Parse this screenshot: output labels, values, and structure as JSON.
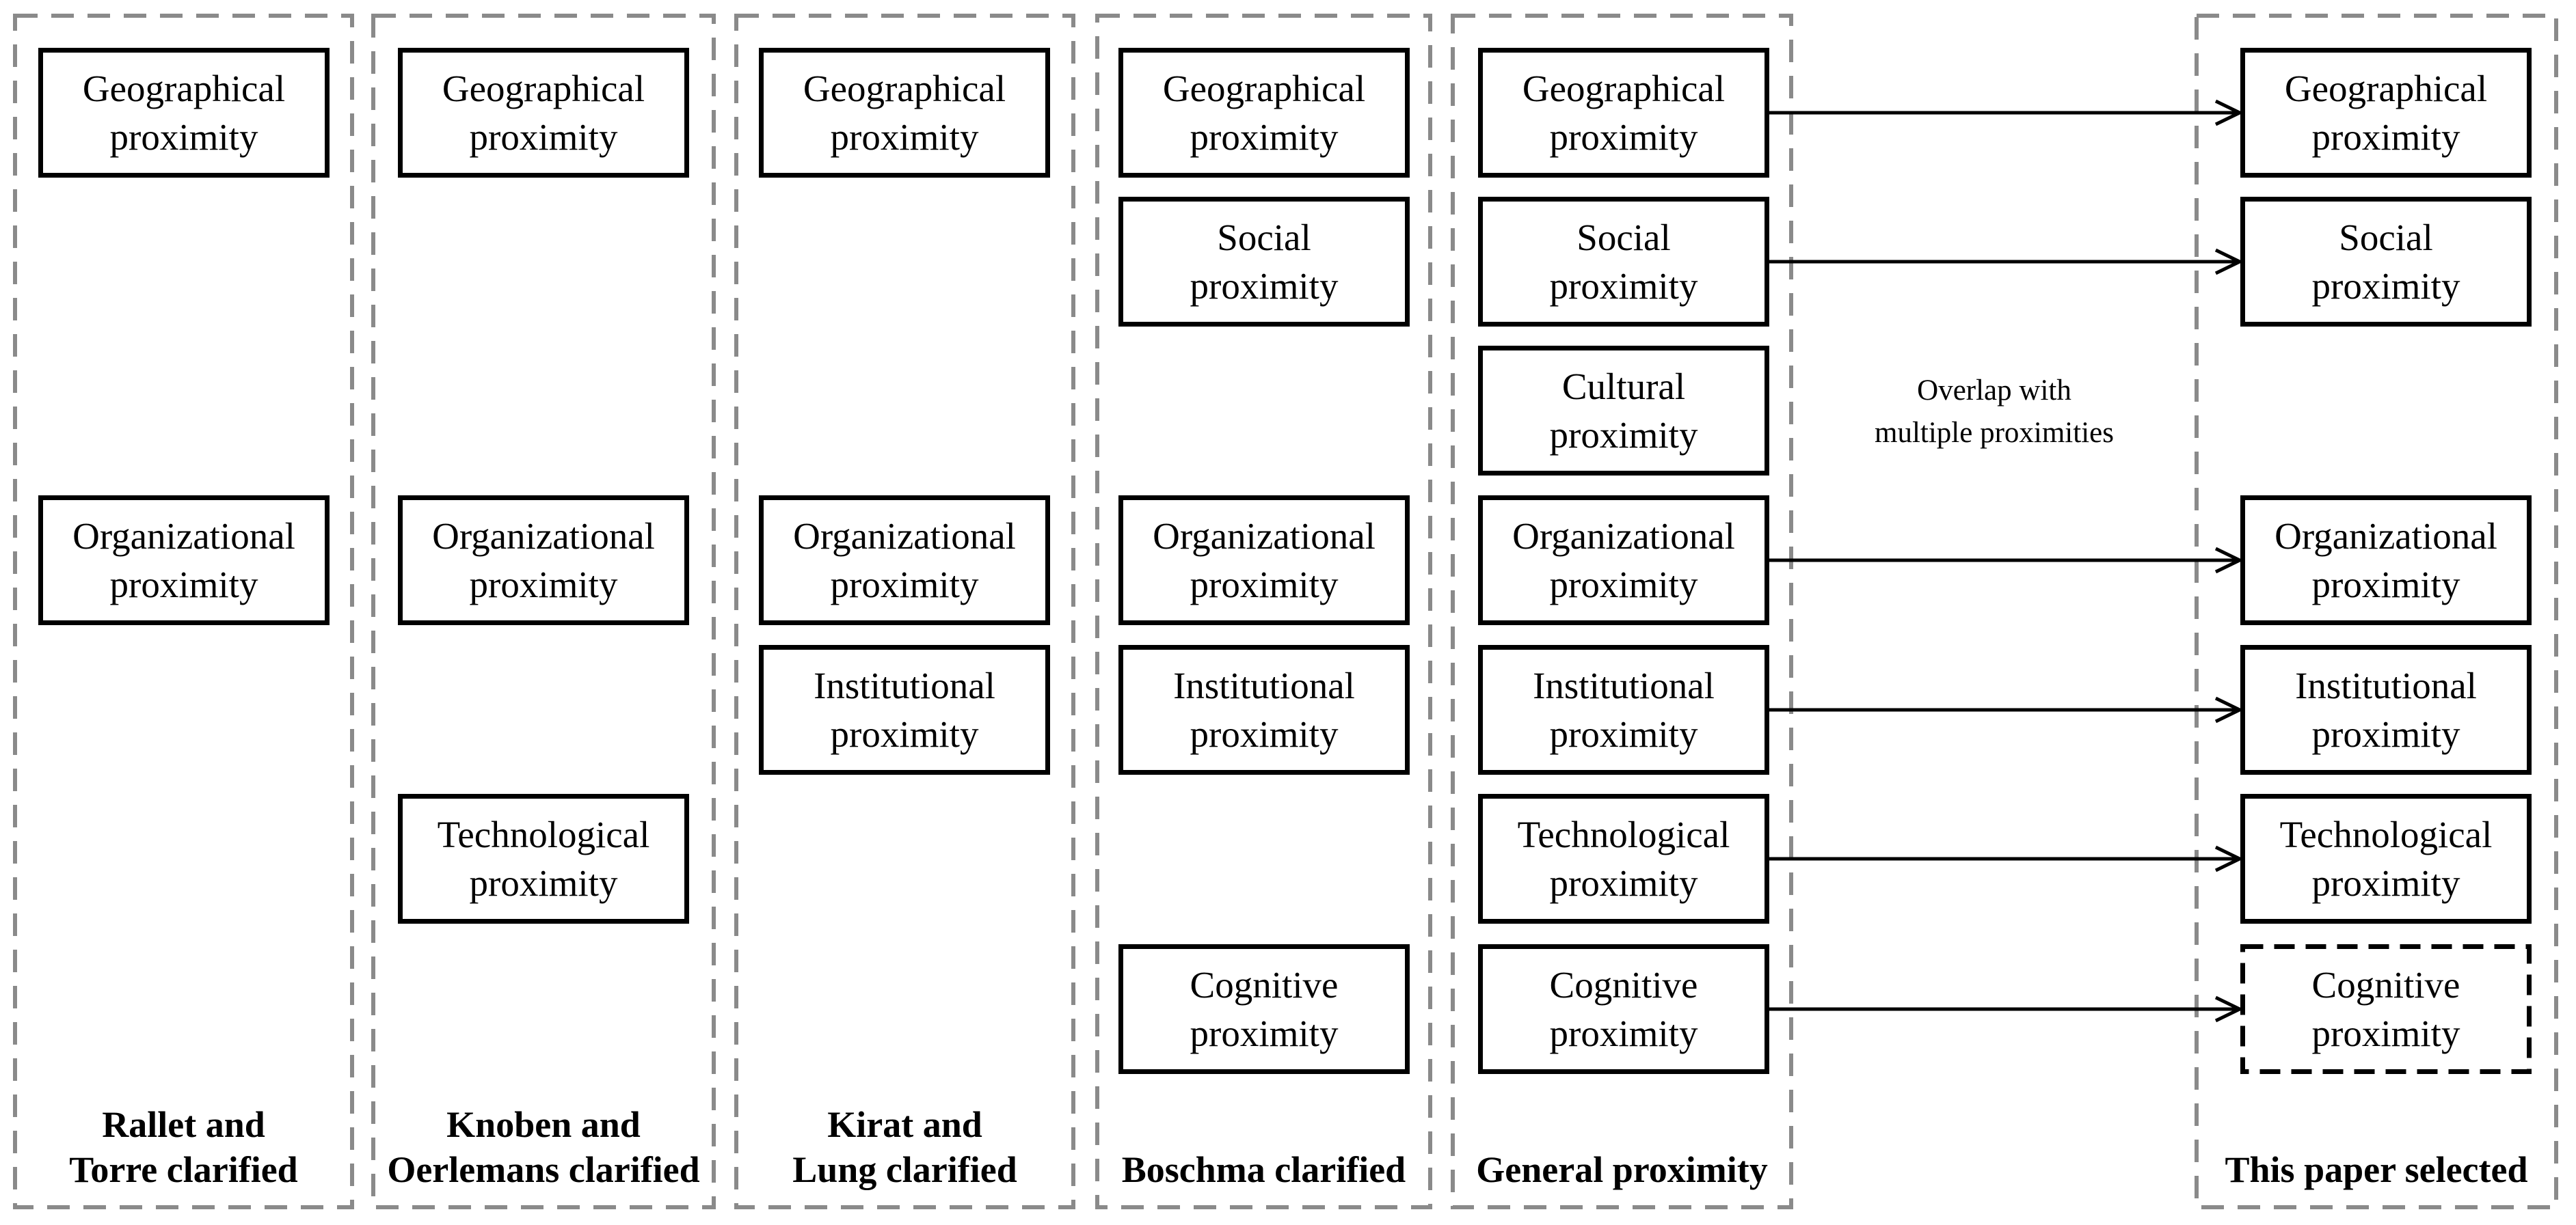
{
  "overlap_note": {
    "line1": "Overlap with",
    "line2": "multiple proximities"
  },
  "arrows": {
    "from_column": "General proximity",
    "to_column": "This paper selected",
    "rows": [
      "Geographical",
      "Social",
      "Organizational",
      "Institutional",
      "Technological",
      "Cognitive"
    ]
  },
  "colors": {
    "background": "#ffffff",
    "text": "#000000",
    "box_border": "#000000",
    "column_dash_border": "#8a8a8a"
  },
  "columns": [
    {
      "label_lines": [
        "Rallet and",
        "Torre clarified"
      ],
      "boxes": [
        {
          "line1": "Geographical",
          "line2": "proximity"
        },
        {
          "line1": "Organizational",
          "line2": "proximity"
        }
      ]
    },
    {
      "label_lines": [
        "Knoben and",
        "Oerlemans clarified"
      ],
      "boxes": [
        {
          "line1": "Geographical",
          "line2": "proximity"
        },
        {
          "line1": "Organizational",
          "line2": "proximity"
        },
        {
          "line1": "Technological",
          "line2": "proximity"
        }
      ]
    },
    {
      "label_lines": [
        "Kirat and",
        "Lung clarified"
      ],
      "boxes": [
        {
          "line1": "Geographical",
          "line2": "proximity"
        },
        {
          "line1": "Organizational",
          "line2": "proximity"
        },
        {
          "line1": "Institutional",
          "line2": "proximity"
        }
      ]
    },
    {
      "label_lines": [
        "Boschma clarified"
      ],
      "boxes": [
        {
          "line1": "Geographical",
          "line2": "proximity"
        },
        {
          "line1": "Social",
          "line2": "proximity"
        },
        {
          "line1": "Organizational",
          "line2": "proximity"
        },
        {
          "line1": "Institutional",
          "line2": "proximity"
        },
        {
          "line1": "Cognitive",
          "line2": "proximity"
        }
      ]
    },
    {
      "label_lines": [
        "General proximity"
      ],
      "boxes": [
        {
          "line1": "Geographical",
          "line2": "proximity"
        },
        {
          "line1": "Social",
          "line2": "proximity"
        },
        {
          "line1": "Cultural",
          "line2": "proximity"
        },
        {
          "line1": "Organizational",
          "line2": "proximity"
        },
        {
          "line1": "Institutional",
          "line2": "proximity"
        },
        {
          "line1": "Technological",
          "line2": "proximity"
        },
        {
          "line1": "Cognitive",
          "line2": "proximity"
        }
      ]
    },
    {
      "label_lines": [
        "This paper selected"
      ],
      "boxes": [
        {
          "line1": "Geographical",
          "line2": "proximity"
        },
        {
          "line1": "Social",
          "line2": "proximity"
        },
        {
          "line1": "Organizational",
          "line2": "proximity"
        },
        {
          "line1": "Institutional",
          "line2": "proximity"
        },
        {
          "line1": "Technological",
          "line2": "proximity"
        },
        {
          "line1": "Cognitive",
          "line2": "proximity"
        }
      ]
    }
  ]
}
